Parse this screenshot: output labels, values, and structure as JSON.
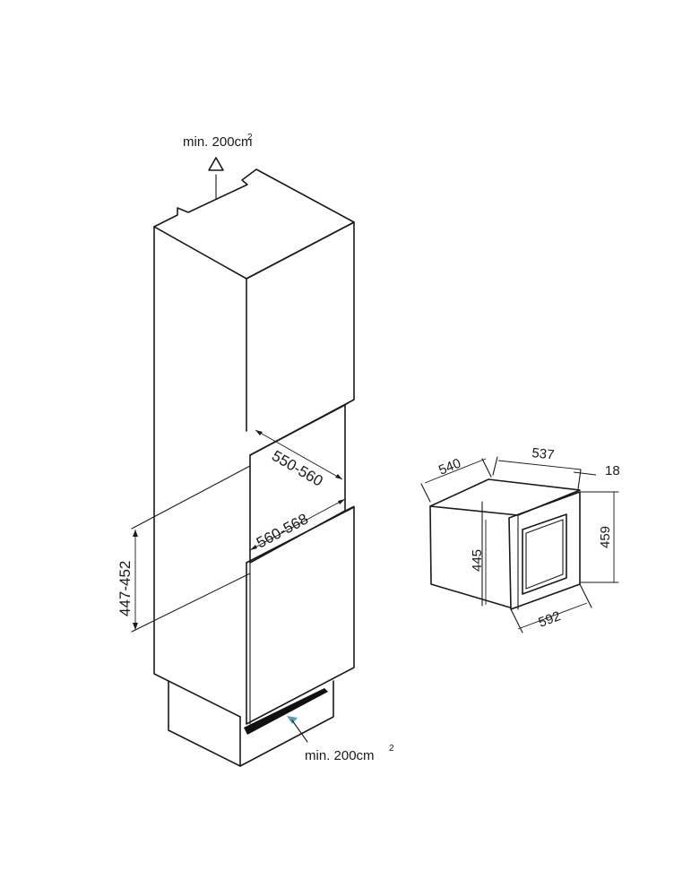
{
  "labels": {
    "top_vent": "min. 200cm",
    "top_vent_sup": "2",
    "bottom_vent": "min. 200cm",
    "bottom_vent_sup": "2",
    "niche_depth": "550-560",
    "niche_width": "560-568",
    "niche_height": "447-452",
    "appliance_depth": "540",
    "appliance_body_depth": "537",
    "door_thickness": "18",
    "appliance_height": "459",
    "appliance_body_height": "445",
    "appliance_width": "592"
  },
  "colors": {
    "stroke": "#1a1a1a",
    "arrow_accent": "#4fa3b8"
  }
}
